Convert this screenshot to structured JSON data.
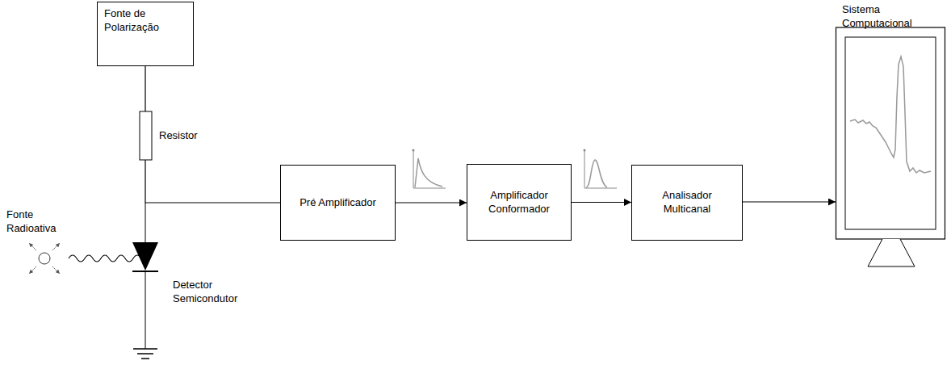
{
  "diagram": {
    "nodes": [
      {
        "text": [
          "Fonte de Polarização"
        ]
      },
      {
        "text": [
          "Pré Amplificador"
        ]
      },
      {
        "text": [
          "Amplificador Conformador"
        ]
      },
      {
        "text": [
          "Analisador Multicanal"
        ]
      },
      {
        "text": [
          "Sistema Computacional"
        ]
      }
    ],
    "edges": [
      {
        "from": 0,
        "to": 1,
        "arrow": "none"
      },
      {
        "from": 1,
        "to": 2,
        "arrow": "to"
      },
      {
        "from": 2,
        "to": 3,
        "arrow": "to"
      },
      {
        "from": 3,
        "to": 4,
        "arrow": "to"
      }
    ],
    "labels": [
      "Resistor",
      "Fonte Radioativa",
      "Detector Semicondutor"
    ]
  }
}
